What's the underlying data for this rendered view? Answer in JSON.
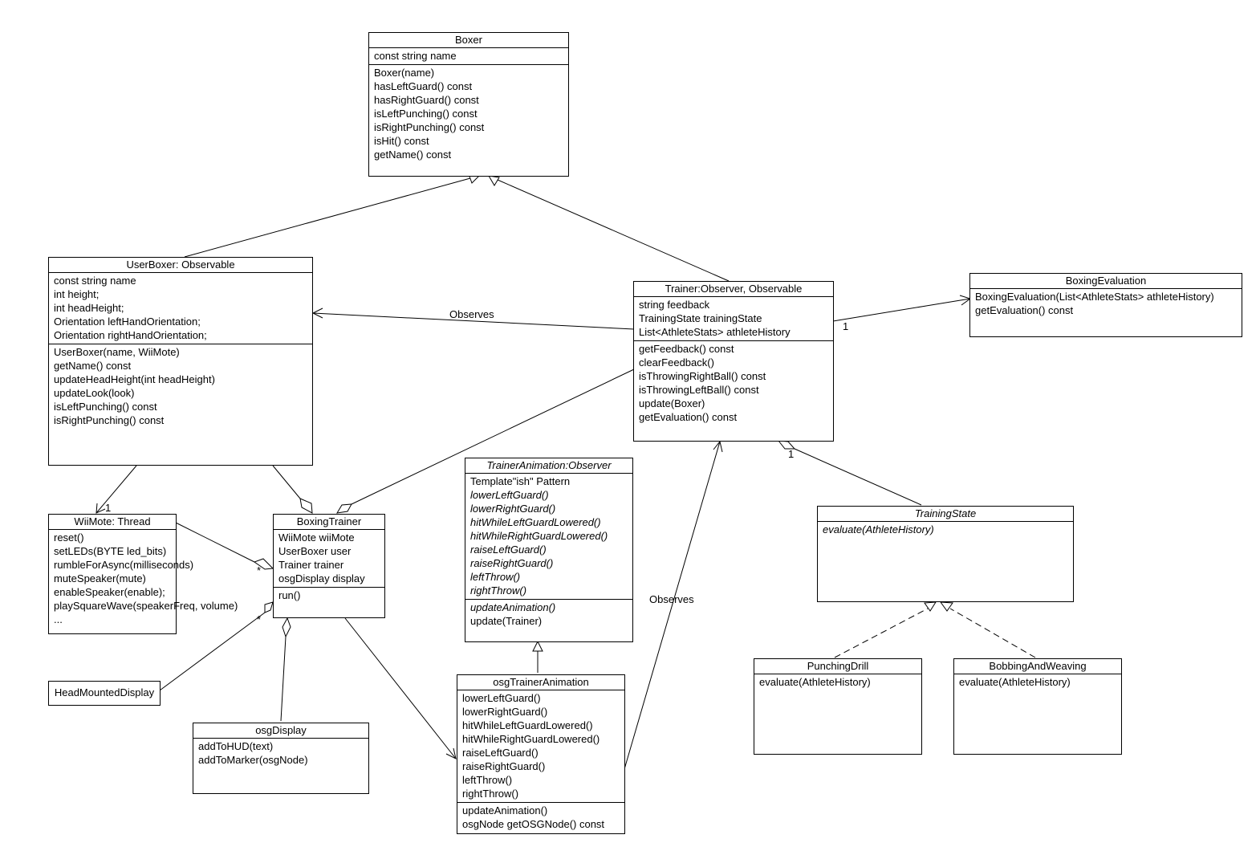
{
  "classes": {
    "boxer": {
      "title": "Boxer",
      "attrs": [
        "const string name"
      ],
      "ops": [
        "Boxer(name)",
        "hasLeftGuard() const",
        "hasRightGuard() const",
        "isLeftPunching() const",
        "isRightPunching() const",
        "isHit() const",
        "getName() const"
      ]
    },
    "userboxer": {
      "title": "UserBoxer: Observable",
      "attrs": [
        "const string name",
        "int height;",
        "int headHeight;",
        "Orientation leftHandOrientation;",
        "Orientation rightHandOrientation;"
      ],
      "ops": [
        "UserBoxer(name, WiiMote)",
        "getName() const",
        "updateHeadHeight(int headHeight)",
        "updateLook(look)",
        "isLeftPunching() const",
        "isRightPunching() const"
      ]
    },
    "trainer": {
      "title": "Trainer:Observer, Observable",
      "attrs": [
        "string feedback",
        "TrainingState trainingState",
        "List<AthleteStats> athleteHistory"
      ],
      "ops": [
        "getFeedback() const",
        "clearFeedback()",
        "isThrowingRightBall() const",
        "isThrowingLeftBall() const",
        "update(Boxer)",
        "getEvaluation() const"
      ]
    },
    "boxingevaluation": {
      "title": "BoxingEvaluation",
      "ops": [
        "BoxingEvaluation(List<AthleteStats> athleteHistory)",
        "getEvaluation() const"
      ]
    },
    "wiimote": {
      "title": "WiiMote: Thread",
      "ops": [
        "reset()",
        "setLEDs(BYTE led_bits)",
        "rumbleForAsync(milliseconds)",
        "muteSpeaker(mute)",
        "enableSpeaker(enable);",
        "playSquareWave(speakerFreq, volume)",
        "..."
      ]
    },
    "boxingtrainer": {
      "title": "BoxingTrainer",
      "attrs": [
        "WiiMote wiiMote",
        "UserBoxer user",
        "Trainer trainer",
        "osgDisplay display"
      ],
      "ops": [
        "run()"
      ]
    },
    "traineranimation": {
      "title": "TrainerAnimation:Observer",
      "attrs": [
        "Template\"ish\" Pattern",
        "lowerLeftGuard()",
        "lowerRightGuard()",
        "hitWhileLeftGuardLowered()",
        "hitWhileRightGuardLowered()",
        "raiseLeftGuard()",
        "raiseRightGuard()",
        "leftThrow()",
        "rightThrow()"
      ],
      "ops": [
        "updateAnimation()",
        "update(Trainer)"
      ]
    },
    "osgtraineranimation": {
      "title": "osgTrainerAnimation",
      "attrs": [
        "lowerLeftGuard()",
        "lowerRightGuard()",
        "hitWhileLeftGuardLowered()",
        "hitWhileRightGuardLowered()",
        "raiseLeftGuard()",
        "raiseRightGuard()",
        "leftThrow()",
        "rightThrow()"
      ],
      "ops": [
        "updateAnimation()",
        "osgNode getOSGNode() const"
      ]
    },
    "headmounteddisplay": {
      "title": "HeadMountedDisplay"
    },
    "osgdisplay": {
      "title": "osgDisplay",
      "ops": [
        "addToHUD(text)",
        "addToMarker(osgNode)"
      ]
    },
    "trainingstate": {
      "title": "TrainingState",
      "ops": [
        "evaluate(AthleteHistory)"
      ]
    },
    "punchingdrill": {
      "title": "PunchingDrill",
      "ops": [
        "evaluate(AthleteHistory)"
      ]
    },
    "bobbingandweaving": {
      "title": "BobbingAndWeaving",
      "ops": [
        "evaluate(AthleteHistory)"
      ]
    }
  },
  "labels": {
    "observes_userboxer": "Observes",
    "observes_osg": "Observes",
    "mult_evaluation": "1",
    "mult_wiimote": "1",
    "mult_trainingstate": "1",
    "mult_star_1": "*",
    "mult_star_2": "*"
  }
}
